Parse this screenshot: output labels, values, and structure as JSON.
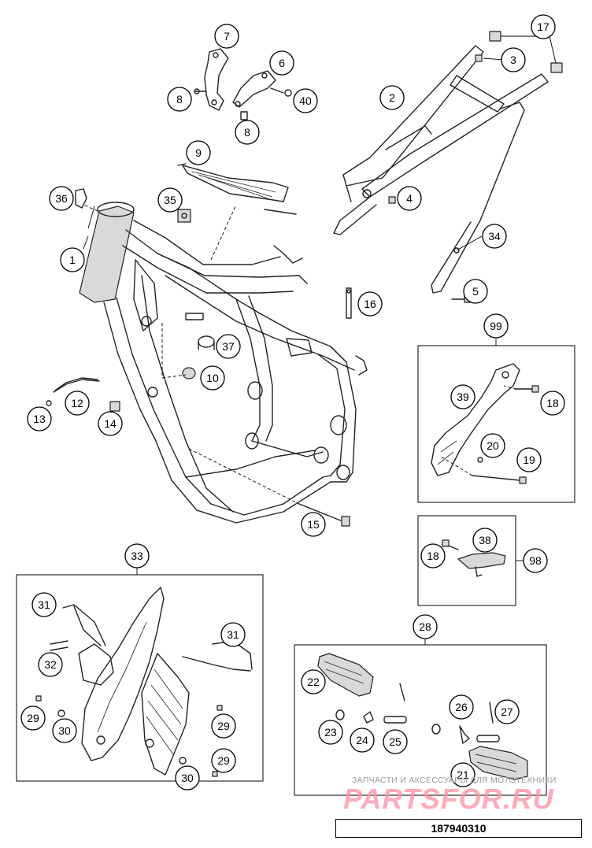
{
  "diagram": {
    "callouts": [
      {
        "id": "c7",
        "label": "7"
      },
      {
        "id": "c8a",
        "label": "8"
      },
      {
        "id": "c6",
        "label": "6"
      },
      {
        "id": "c40",
        "label": "40"
      },
      {
        "id": "c8b",
        "label": "8"
      },
      {
        "id": "c17",
        "label": "17"
      },
      {
        "id": "c3",
        "label": "3"
      },
      {
        "id": "c2",
        "label": "2"
      },
      {
        "id": "c4",
        "label": "4"
      },
      {
        "id": "c9",
        "label": "9"
      },
      {
        "id": "c36",
        "label": "36"
      },
      {
        "id": "c35",
        "label": "35"
      },
      {
        "id": "c1",
        "label": "1"
      },
      {
        "id": "c34",
        "label": "34"
      },
      {
        "id": "c5",
        "label": "5"
      },
      {
        "id": "c16",
        "label": "16"
      },
      {
        "id": "c37",
        "label": "37"
      },
      {
        "id": "c10",
        "label": "10"
      },
      {
        "id": "c99",
        "label": "99"
      },
      {
        "id": "c39",
        "label": "39"
      },
      {
        "id": "c18a",
        "label": "18"
      },
      {
        "id": "c20",
        "label": "20"
      },
      {
        "id": "c19",
        "label": "19"
      },
      {
        "id": "c12",
        "label": "12"
      },
      {
        "id": "c13",
        "label": "13"
      },
      {
        "id": "c14",
        "label": "14"
      },
      {
        "id": "c15",
        "label": "15"
      },
      {
        "id": "c38",
        "label": "38"
      },
      {
        "id": "c18b",
        "label": "18"
      },
      {
        "id": "c98",
        "label": "98"
      },
      {
        "id": "c33",
        "label": "33"
      },
      {
        "id": "c31a",
        "label": "31"
      },
      {
        "id": "c31b",
        "label": "31"
      },
      {
        "id": "c32",
        "label": "32"
      },
      {
        "id": "c29a",
        "label": "29"
      },
      {
        "id": "c30a",
        "label": "30"
      },
      {
        "id": "c29b",
        "label": "29"
      },
      {
        "id": "c29c",
        "label": "29"
      },
      {
        "id": "c30b",
        "label": "30"
      },
      {
        "id": "c28",
        "label": "28"
      },
      {
        "id": "c22",
        "label": "22"
      },
      {
        "id": "c23",
        "label": "23"
      },
      {
        "id": "c24",
        "label": "24"
      },
      {
        "id": "c25",
        "label": "25"
      },
      {
        "id": "c26",
        "label": "26"
      },
      {
        "id": "c27",
        "label": "27"
      },
      {
        "id": "c21",
        "label": "21"
      }
    ]
  },
  "watermark": {
    "small_text": "ЗАПЧАСТИ И АКСЕССУАРЫ ДЛЯ МОТОТЕХНИКИ",
    "brand_text": "PARTSFOR.RU"
  },
  "document_number": "187940310"
}
